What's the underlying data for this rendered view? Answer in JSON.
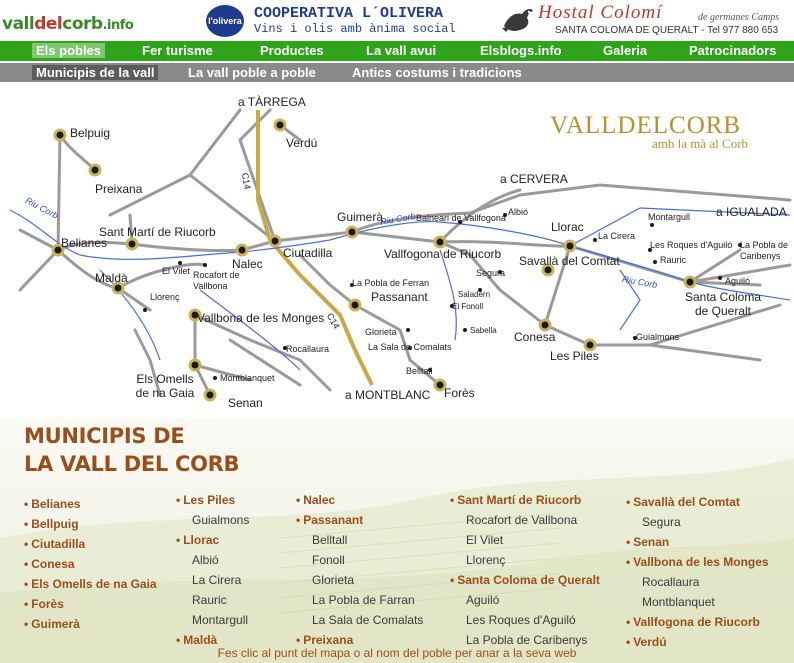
{
  "header": {
    "logo_part1": "vall",
    "logo_part2": "del",
    "logo_part3": "corb",
    "logo_tld": ".info",
    "olivera_badge": "l'olivera",
    "coop_title": "COOPERATIVA L´OLIVERA",
    "coop_sub": "Vins i olis amb ànima social",
    "hostal_title": "Hostal Colomí",
    "hostal_tag": "de germanes Camps",
    "hostal_sub": "SANTA COLOMA DE QUERALT - Tel 977 880 653"
  },
  "nav_main": [
    {
      "label": "Els pobles",
      "active": true
    },
    {
      "label": "Fer turisme",
      "active": false
    },
    {
      "label": "Productes",
      "active": false
    },
    {
      "label": "La vall avui",
      "active": false
    },
    {
      "label": "Elsblogs.info",
      "active": false
    },
    {
      "label": "Galeria",
      "active": false
    },
    {
      "label": "Patrocinadors",
      "active": false
    }
  ],
  "nav_sub": [
    {
      "label": "Municipis de la vall",
      "active": true
    },
    {
      "label": "La vall poble a poble",
      "active": false
    },
    {
      "label": "Antics costums i tradicions",
      "active": false
    }
  ],
  "map": {
    "brand": "VALLDELCORB",
    "brand_sub": "amb la mà al Corb",
    "directions": [
      "a TÀRREGA",
      "a CERVERA",
      "a IGUALADA",
      "a MONTBLANC"
    ],
    "rivers": [
      "Riu Corb",
      "Riu Corb",
      "Riu Corb"
    ],
    "roads": [
      "C14",
      "C14"
    ],
    "towns": [
      "Belpuig",
      "Preixana",
      "Verdú",
      "Sant Martí de Riucorb",
      "Belianes",
      "Maldà",
      "Llorenç",
      "El Vilet",
      "Rocafort de Vallbona",
      "Nalec",
      "Ciutadilla",
      "Guimerà",
      "Balneari de Vallfogona",
      "Vallfogona de Riucorb",
      "Albió",
      "Llorac",
      "Montargull",
      "La Cirera",
      "Les Roques d'Aguiló",
      "La Pobla de Caribenys",
      "Rauric",
      "Aguiló",
      "Santa Coloma de Queralt",
      "Savallà del Comtat",
      "Segura",
      "La Pobla de Ferran",
      "Passanant",
      "Saladern",
      "El Fonoll",
      "Sabella",
      "Glorieta",
      "La Sala de Comalats",
      "Belltall",
      "Forès",
      "Conesa",
      "Les Piles",
      "Guialmons",
      "Vallbona de les Monges",
      "Rocallaura",
      "Els Omells de na Gaia",
      "Montblanquet",
      "Senan"
    ]
  },
  "municipis": {
    "title1": "MUNICIPIS DE",
    "title2": "LA VALL DEL CORB",
    "bullet": "•",
    "col1": [
      {
        "t": "Belianes",
        "k": "m"
      },
      {
        "t": "Bellpuig",
        "k": "m"
      },
      {
        "t": "Ciutadilla",
        "k": "m"
      },
      {
        "t": "Conesa",
        "k": "m"
      },
      {
        "t": "Els Omells de na Gaia",
        "k": "m"
      },
      {
        "t": "Forès",
        "k": "m"
      },
      {
        "t": "Guimerà",
        "k": "m"
      }
    ],
    "col2": [
      {
        "t": "Les Piles",
        "k": "m"
      },
      {
        "t": "Guialmons",
        "k": "s"
      },
      {
        "t": "Llorac",
        "k": "m"
      },
      {
        "t": "Albió",
        "k": "s"
      },
      {
        "t": "La Cirera",
        "k": "s"
      },
      {
        "t": "Rauric",
        "k": "s"
      },
      {
        "t": "Montargull",
        "k": "s"
      },
      {
        "t": "Maldà",
        "k": "m"
      }
    ],
    "col3": [
      {
        "t": "Nalec",
        "k": "m"
      },
      {
        "t": "Passanant",
        "k": "m"
      },
      {
        "t": "Belltall",
        "k": "s"
      },
      {
        "t": "Fonoll",
        "k": "s"
      },
      {
        "t": "Glorieta",
        "k": "s"
      },
      {
        "t": "La Pobla de Farran",
        "k": "s"
      },
      {
        "t": "La Sala de Comalats",
        "k": "s"
      },
      {
        "t": "Preixana",
        "k": "m"
      }
    ],
    "col4": [
      {
        "t": "Sant Martí de Riucorb",
        "k": "m"
      },
      {
        "t": "Rocafort de Vallbona",
        "k": "s"
      },
      {
        "t": "El Vilet",
        "k": "s"
      },
      {
        "t": "Llorenç",
        "k": "s"
      },
      {
        "t": "Santa Coloma de Queralt",
        "k": "m"
      },
      {
        "t": "Aguiló",
        "k": "s"
      },
      {
        "t": "Les Roques d'Aguiló",
        "k": "s"
      },
      {
        "t": "La Pobla de Caribenys",
        "k": "s"
      }
    ],
    "col5": [
      {
        "t": "Savallà del Comtat",
        "k": "m"
      },
      {
        "t": "Segura",
        "k": "s"
      },
      {
        "t": "Senan",
        "k": "m"
      },
      {
        "t": "Vallbona de les Monges",
        "k": "m"
      },
      {
        "t": "Rocallaura",
        "k": "s"
      },
      {
        "t": "Montblanquet",
        "k": "s"
      },
      {
        "t": "Vallfogona de Riucorb",
        "k": "m"
      },
      {
        "t": "Verdú",
        "k": "m"
      }
    ]
  },
  "footer": "Fes clic al punt del mapa o al nom del poble per anar a la seva web"
}
